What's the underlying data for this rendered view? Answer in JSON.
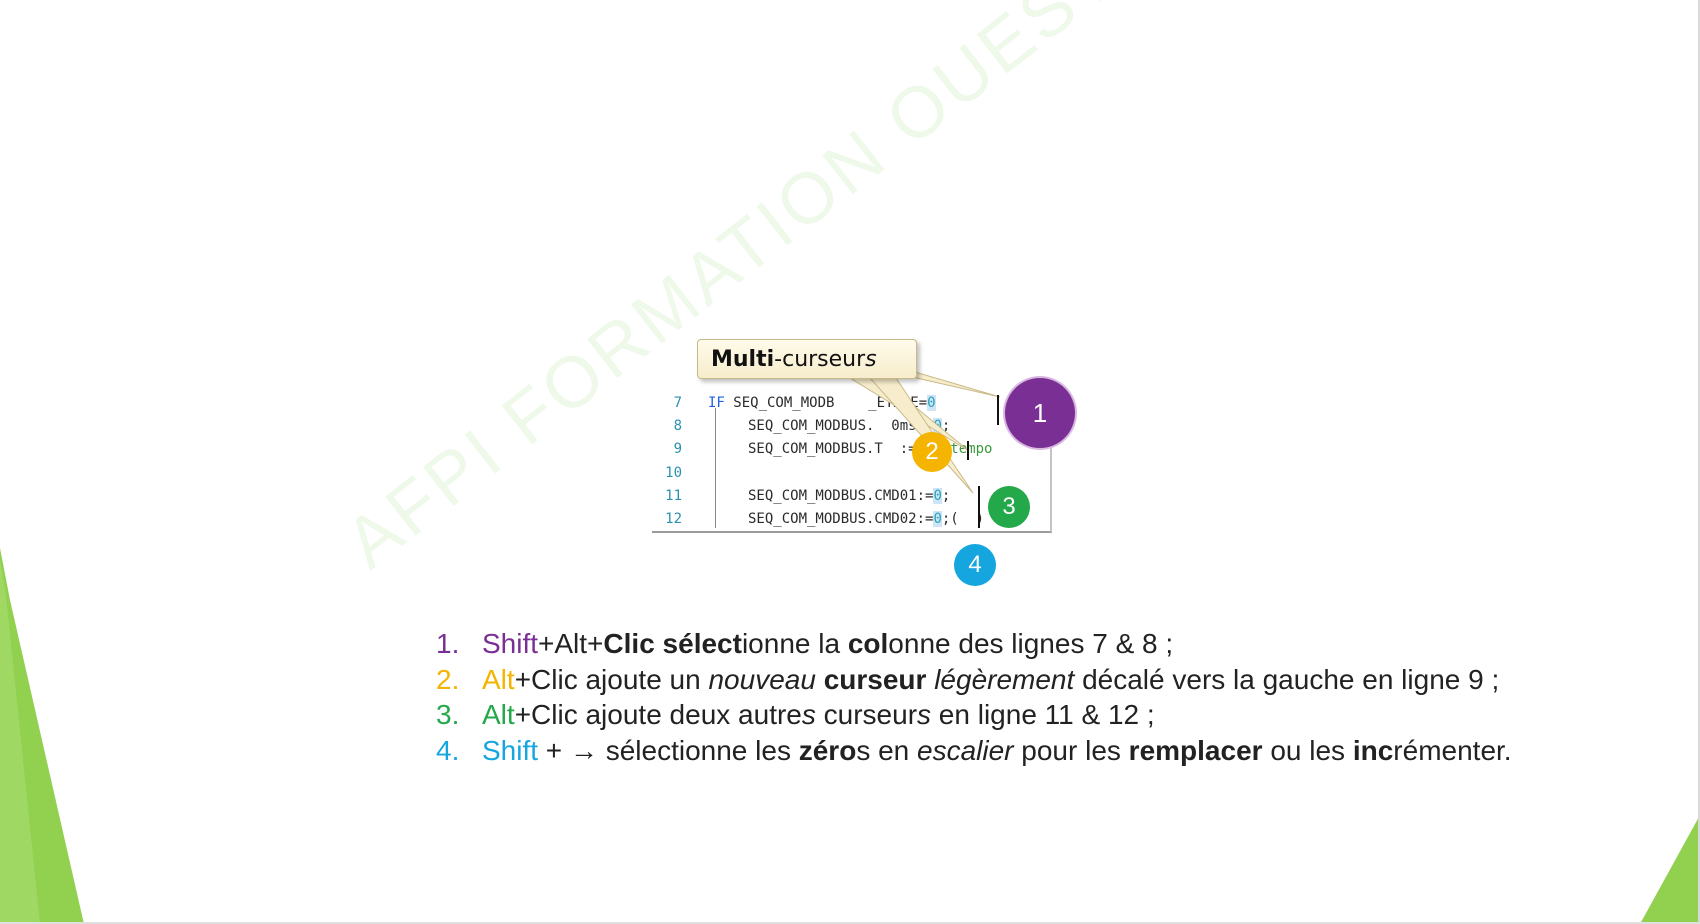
{
  "watermark": "AFPI FORMATION OUEST",
  "colors": {
    "accent_green": "#8fd672",
    "step1": "#7a2f95",
    "step2": "#f5b400",
    "step3": "#23a84a",
    "step4": "#16a6df"
  },
  "callout": {
    "bold": "Multi",
    "rest": "-curseur",
    "italic": "s"
  },
  "code": {
    "lines": [
      {
        "n": "7",
        "kw": "IF",
        "a": " SEQ_COM_MODB",
        "b": "    _ETAPE=",
        "zero": "0",
        "c": ""
      },
      {
        "n": "8",
        "a": "SEQ_COM_MODBUS.",
        "b": "  0ms:=",
        "zero": "0",
        "c": ";"
      },
      {
        "n": "9",
        "a": "SEQ_COM_MODBUS.T",
        "b": "  :=",
        "zero": "0",
        "c": ";",
        "cmt": "(*tempo"
      },
      {
        "n": "10"
      },
      {
        "n": "11",
        "a": "SEQ_COM_MODBUS.CMD01:=",
        "zero": "0",
        "c": ";"
      },
      {
        "n": "12",
        "a": "SEQ_COM_MODBUS.CMD02:=",
        "zero": "0",
        "c": ";(  )"
      }
    ]
  },
  "badges": [
    "1",
    "2",
    "3",
    "4"
  ],
  "steps": [
    {
      "num": "1.",
      "segments": [
        {
          "t": "Shift",
          "s": "c1"
        },
        {
          "t": "+Alt+"
        },
        {
          "t": "Clic sélect",
          "s": "b"
        },
        {
          "t": "ionne la "
        },
        {
          "t": "col",
          "s": "b"
        },
        {
          "t": "onne des lignes 7 & 8 ;"
        }
      ]
    },
    {
      "num": "2.",
      "segments": [
        {
          "t": "Alt",
          "s": "c2"
        },
        {
          "t": "+Clic ajoute un "
        },
        {
          "t": "nouveau",
          "s": "i"
        },
        {
          "t": " "
        },
        {
          "t": "curseur",
          "s": "b"
        },
        {
          "t": " "
        },
        {
          "t": "légèrement",
          "s": "i"
        },
        {
          "t": " décalé vers la gauche en ligne 9 ;"
        }
      ]
    },
    {
      "num": "3.",
      "segments": [
        {
          "t": "Alt",
          "s": "c3"
        },
        {
          "t": "+Clic ajoute deux autre"
        },
        {
          "t": "s",
          "s": "i"
        },
        {
          "t": " curseur"
        },
        {
          "t": "s",
          "s": "i"
        },
        {
          "t": " en ligne 11 & 12 ;"
        }
      ]
    },
    {
      "num": "4.",
      "segments": [
        {
          "t": "Shift",
          "s": "c4"
        },
        {
          "t": " + → sélectionne les "
        },
        {
          "t": "zéro",
          "s": "b"
        },
        {
          "t": "s en "
        },
        {
          "t": "escalier",
          "s": "i"
        },
        {
          "t": " pour les "
        },
        {
          "t": "remplacer",
          "s": "b"
        },
        {
          "t": " ou les "
        },
        {
          "t": "inc",
          "s": "b"
        },
        {
          "t": "rémenter."
        }
      ]
    }
  ]
}
